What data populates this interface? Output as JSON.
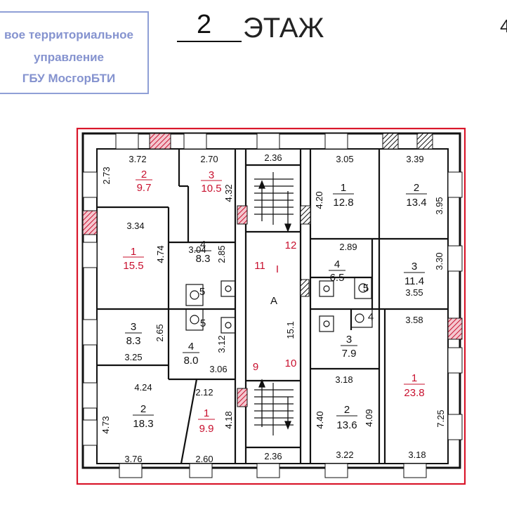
{
  "stamp": {
    "lines": [
      "вое территориальное",
      "управление",
      "ГБУ МосгорБТИ"
    ]
  },
  "title": {
    "number": "2",
    "text": "ЭТАЖ"
  },
  "corner_mark": "4",
  "plan": {
    "border_color": "#d9172b",
    "hatch_color": "#c8102e",
    "rooms_left": [
      {
        "num": "2",
        "area": "9.7",
        "red": true
      },
      {
        "num": "3",
        "area": "10.5",
        "red": true
      },
      {
        "num": "1",
        "area": "15.5",
        "red": true
      },
      {
        "num": "4",
        "area": "8.3",
        "red": false
      },
      {
        "num": "3",
        "area": "8.3",
        "red": false
      },
      {
        "num": "4",
        "area": "8.0",
        "red": false
      },
      {
        "num": "2",
        "area": "18.3",
        "red": false
      },
      {
        "num": "1",
        "area": "9.9",
        "red": true
      }
    ],
    "rooms_right": [
      {
        "num": "1",
        "area": "12.8",
        "red": false
      },
      {
        "num": "2",
        "area": "13.4",
        "red": false
      },
      {
        "num": "4",
        "area": "6.5",
        "red": false
      },
      {
        "num": "3",
        "area": "11.4",
        "red": false
      },
      {
        "num": "3",
        "area": "7.9",
        "red": false
      },
      {
        "num": "2",
        "area": "13.6",
        "red": false
      },
      {
        "num": "1",
        "area": "23.8",
        "red": true
      }
    ],
    "small": [
      "5",
      "5",
      "5",
      "4"
    ],
    "stair": {
      "letter": "A",
      "roman": "I",
      "width_top": "2.36",
      "width_bottom": "2.36",
      "length": "15.1"
    },
    "red_labels": [
      "12",
      "11",
      "10",
      "9"
    ],
    "dims": {
      "d1": "3.72",
      "d2": "2.73",
      "d3": "2.70",
      "d4": "4.32",
      "d5": "3.34",
      "d6": "4.74",
      "d7": "3.04",
      "d8": "2.85",
      "d9": "2.65",
      "d10": "3.25",
      "d11": "3.12",
      "d12": "3.06",
      "d13": "2.12",
      "d14": "4.24",
      "d15": "4.73",
      "d16": "3.76",
      "d17": "2.60",
      "d18": "4.18",
      "d19": "3.05",
      "d20": "4.20",
      "d21": "3.39",
      "d22": "3.95",
      "d23": "2.89",
      "d24": "3.30",
      "d25": "3.55",
      "d26": "3.58",
      "d27": "3.18",
      "d28": "4.40",
      "d29": "4.09",
      "d30": "3.22",
      "d31": "7.25",
      "d32": "3.18"
    }
  }
}
